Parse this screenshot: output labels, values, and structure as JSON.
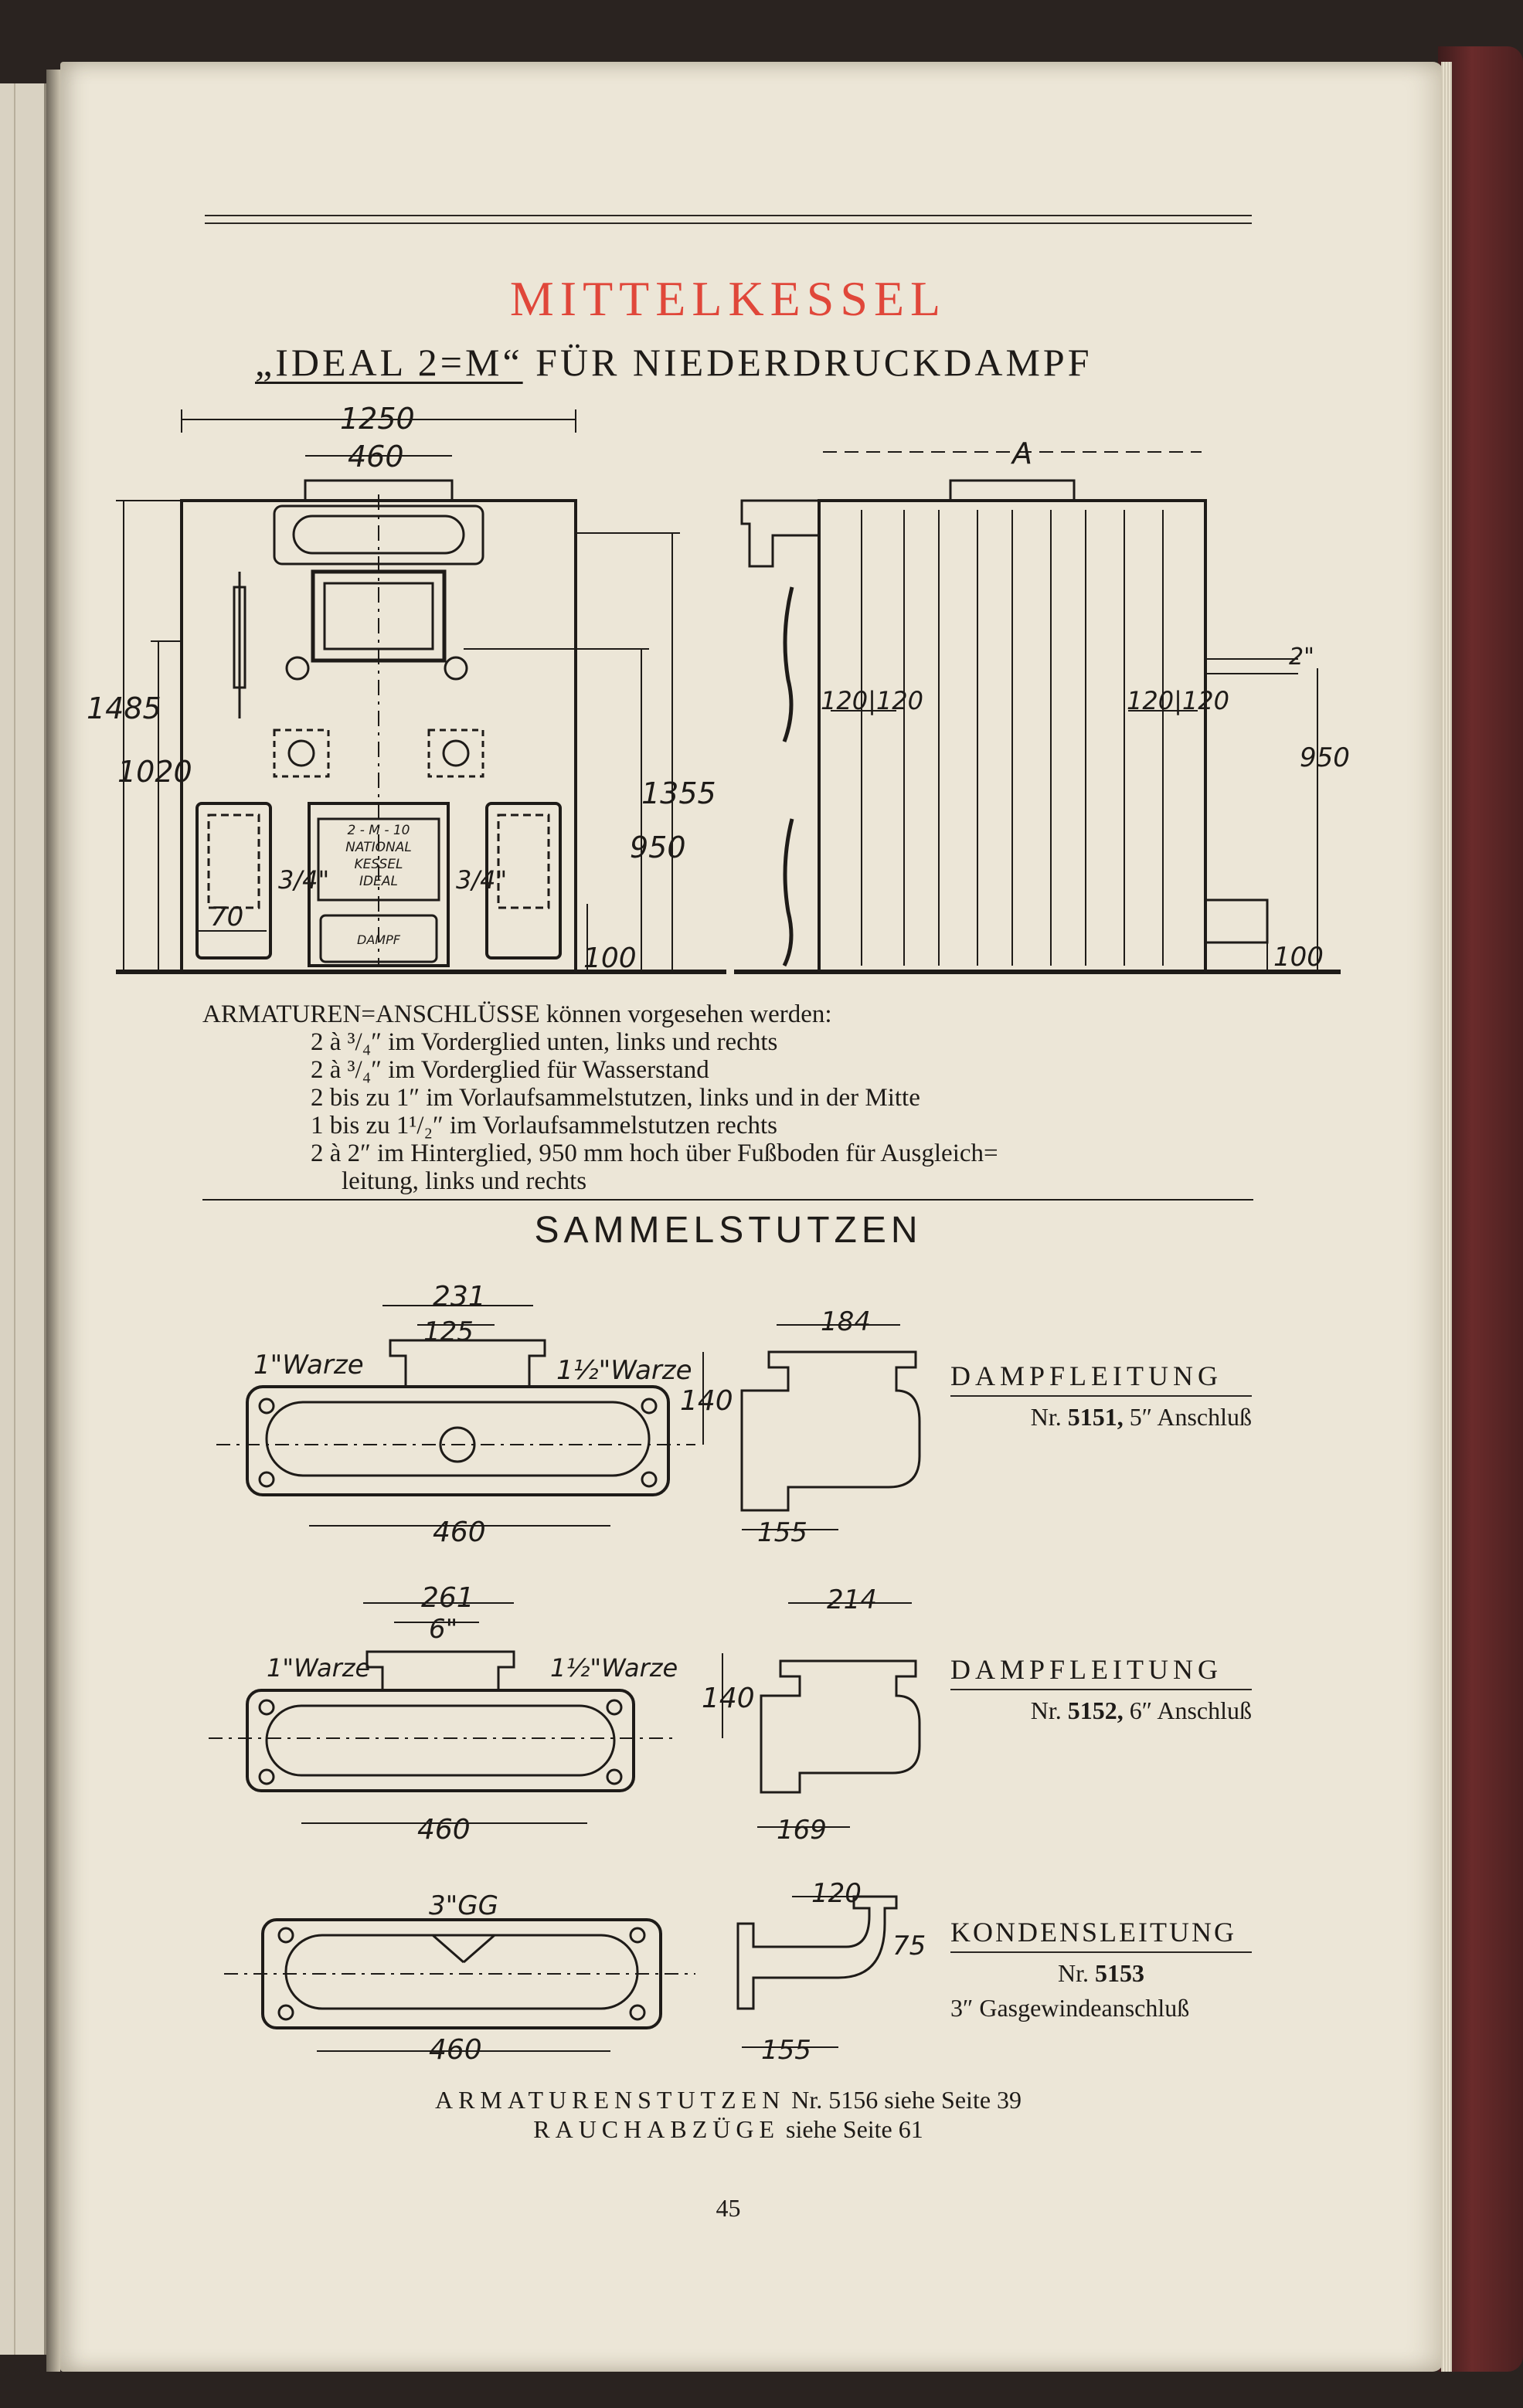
{
  "header": {
    "title": "MITTELKESSEL",
    "subtitle_name": "„IDEAL 2=M“",
    "subtitle_rest": "FÜR NIEDERDRUCKDAMPF"
  },
  "boiler_dimensions": {
    "width_total": "1250",
    "width_top": "460",
    "height_total": "1485",
    "height_lower": "1020",
    "height_right": "1355",
    "height_950": "950",
    "base_100": "100",
    "side_70": "70",
    "port_left": "3/4\"",
    "port_right": "3/4\"",
    "door_plate": [
      "2 - M - 10",
      "NATIONAL",
      "KESSEL",
      "IDEAL"
    ],
    "door_lower": "DAMPF",
    "side_a": "A",
    "side_120_left": "120|120",
    "side_120_right": "120|120",
    "side_2in": "2\"",
    "side_950": "950",
    "side_100": "100"
  },
  "fittings": {
    "intro": "ARMATUREN=ANSCHLÜSSE können vorgesehen werden:",
    "items": [
      "2 à ³/₄″ im Vorderglied unten, links und rechts",
      "2 à ³/₄″ im Vorderglied für Wasserstand",
      "2 bis zu 1″ im Vorlaufsammelstutzen, links und in der Mitte",
      "1 bis zu 1¹/₂″ im Vorlaufsammelstutzen rechts",
      "2 à 2″ im Hinterglied, 950 mm hoch über Fußboden für Ausgleich="
    ],
    "continuation": "leitung, links und rechts"
  },
  "collector": {
    "title": "SAMMELSTUTZEN",
    "pipes": [
      {
        "caption": "DAMPFLEITUNG",
        "number_prefix": "Nr.",
        "number": "5151,",
        "connection": "5″ Anschluß",
        "dims": {
          "top_outer": "231",
          "top_inner": "125",
          "left_boss": "1\"Warze",
          "right_boss": "1½\"Warze",
          "length": "460",
          "side_top": "184",
          "side_height": "140",
          "side_bottom": "155"
        }
      },
      {
        "caption": "DAMPFLEITUNG",
        "number_prefix": "Nr.",
        "number": "5152,",
        "connection": "6″ Anschluß",
        "dims": {
          "top_outer": "261",
          "top_inner": "6\"",
          "left_boss": "1\"Warze",
          "right_boss": "1½\"Warze",
          "length": "460",
          "side_top": "214",
          "side_height": "140",
          "side_bottom": "169"
        }
      },
      {
        "caption": "KONDENSLEITUNG",
        "number_prefix": "Nr.",
        "number": "5153",
        "connection": "3″ Gasgewindeanschluß",
        "dims": {
          "top_inner": "3\"GG",
          "length": "460",
          "side_top": "120",
          "side_height": "75",
          "side_bottom": "155"
        }
      }
    ]
  },
  "references": {
    "line1_label": "ARMATURENSTUTZEN",
    "line1_text": "Nr. 5156 siehe Seite 39",
    "line2_label": "RAUCHABZÜGE",
    "line2_text": "siehe Seite 61"
  },
  "page_number": "45"
}
